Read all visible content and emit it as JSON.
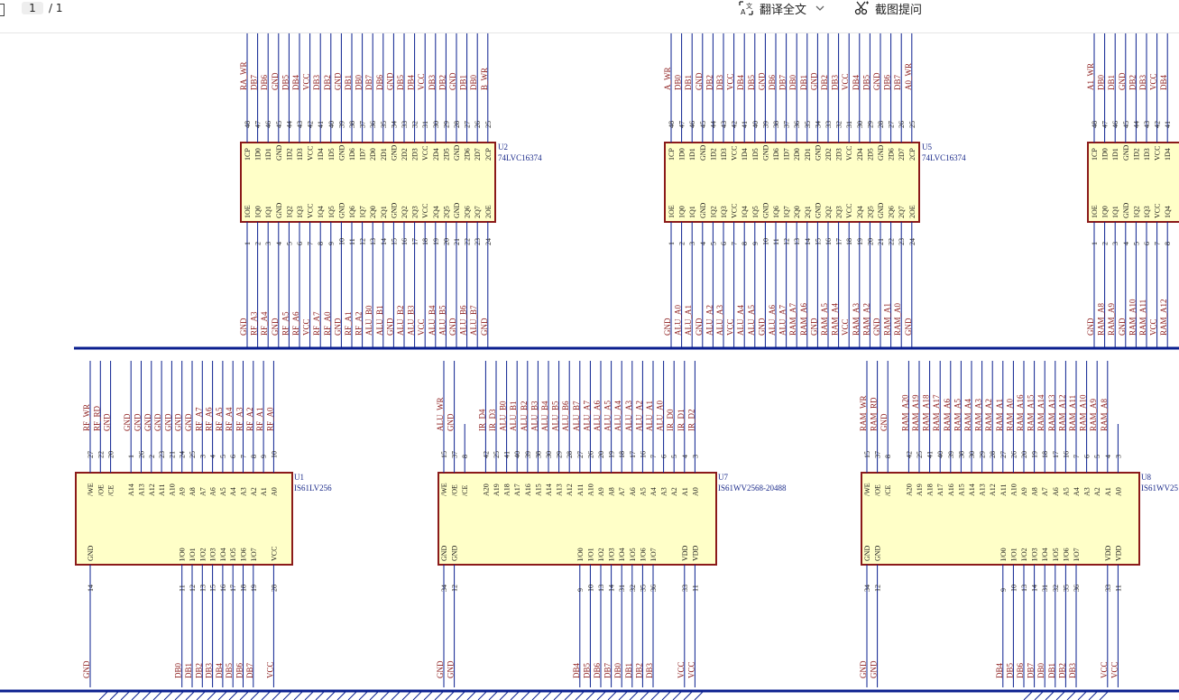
{
  "toolbar": {
    "page_current": "1",
    "page_total": "/ 1",
    "translate_label": "翻译全文",
    "snapshot_label": "截图提问"
  },
  "colors": {
    "bus": "#0a1f8f",
    "wire": "#0a1f8f",
    "label": "#8b1a1a",
    "chip_fill": "#ffffc8",
    "chip_border": "#8b1a1a"
  },
  "schematic": {
    "chips": [
      {
        "ref": "U2",
        "part": "74LVC16374",
        "top_pins": [
          "48",
          "47",
          "46",
          "45",
          "44",
          "43",
          "42",
          "41",
          "40",
          "39",
          "38",
          "37",
          "36",
          "35",
          "34",
          "33",
          "32",
          "31",
          "30",
          "29",
          "28",
          "27",
          "26",
          "25"
        ],
        "top_names": [
          "1CP",
          "1D0",
          "1D1",
          "GND",
          "1D2",
          "1D3",
          "VCC",
          "1D4",
          "1D5",
          "GND",
          "1D6",
          "1D7",
          "2D0",
          "2D1",
          "GND",
          "2D2",
          "2D3",
          "VCC",
          "2D4",
          "2D5",
          "GND",
          "2D6",
          "2D7",
          "2CP"
        ],
        "top_nets": [
          "RA_WR",
          "DB7",
          "DB6",
          "GND",
          "DB5",
          "DB4",
          "VCC",
          "DB3",
          "DB2",
          "GND",
          "DB1",
          "DB0",
          "DB7",
          "DB6",
          "GND",
          "DB5",
          "DB4",
          "VCC",
          "DB3",
          "DB2",
          "GND",
          "DB1",
          "DB0",
          "B_WR"
        ],
        "bot_pins": [
          "1",
          "2",
          "3",
          "4",
          "5",
          "6",
          "7",
          "8",
          "9",
          "10",
          "11",
          "12",
          "13",
          "14",
          "15",
          "16",
          "17",
          "18",
          "19",
          "20",
          "21",
          "22",
          "23",
          "24"
        ],
        "bot_names": [
          "1OE",
          "1Q0",
          "1Q1",
          "GND",
          "1Q2",
          "1Q3",
          "VCC",
          "1Q4",
          "1Q5",
          "GND",
          "1Q6",
          "1Q7",
          "2Q0",
          "2Q1",
          "GND",
          "2Q2",
          "2Q3",
          "VCC",
          "2Q4",
          "2Q5",
          "GND",
          "2Q6",
          "2Q7",
          "2OE"
        ],
        "bot_nets": [
          "GND",
          "RF_A3",
          "RF_A4",
          "GND",
          "RF_A5",
          "RF_A6",
          "VCC",
          "RF_A7",
          "RF_A0",
          "GND",
          "RF_A1",
          "RF_A2",
          "ALU_B0",
          "ALU_B1",
          "GND",
          "ALU_B2",
          "ALU_B3",
          "VCC",
          "ALU_B4",
          "ALU_B5",
          "GND",
          "ALU_B6",
          "ALU_B7",
          "GND"
        ]
      },
      {
        "ref": "U5",
        "part": "74LVC16374",
        "top_pins": [
          "48",
          "47",
          "46",
          "45",
          "44",
          "43",
          "42",
          "41",
          "40",
          "39",
          "38",
          "37",
          "36",
          "35",
          "34",
          "33",
          "32",
          "31",
          "30",
          "29",
          "28",
          "27",
          "26",
          "25"
        ],
        "top_names": [
          "1CP",
          "1D0",
          "1D1",
          "GND",
          "1D2",
          "1D3",
          "VCC",
          "1D4",
          "1D5",
          "GND",
          "1D6",
          "1D7",
          "2D0",
          "2D1",
          "GND",
          "2D2",
          "2D3",
          "VCC",
          "2D4",
          "2D5",
          "GND",
          "2D6",
          "2D7",
          "2CP"
        ],
        "top_nets": [
          "A_WR",
          "DB0",
          "DB1",
          "GND",
          "DB2",
          "DB3",
          "VCC",
          "DB4",
          "DB5",
          "GND",
          "DB6",
          "DB7",
          "DB0",
          "DB1",
          "GND",
          "DB2",
          "DB3",
          "VCC",
          "DB4",
          "DB5",
          "GND",
          "DB6",
          "DB7",
          "A0_WR"
        ],
        "bot_pins": [
          "1",
          "2",
          "3",
          "4",
          "5",
          "6",
          "7",
          "8",
          "9",
          "10",
          "11",
          "12",
          "13",
          "14",
          "15",
          "16",
          "17",
          "18",
          "19",
          "20",
          "21",
          "22",
          "23",
          "24"
        ],
        "bot_names": [
          "1OE",
          "1Q0",
          "1Q1",
          "GND",
          "1Q2",
          "1Q3",
          "VCC",
          "1Q4",
          "1Q5",
          "GND",
          "1Q6",
          "1Q7",
          "2Q0",
          "2Q1",
          "GND",
          "2Q2",
          "2Q3",
          "VCC",
          "2Q4",
          "2Q5",
          "GND",
          "2Q6",
          "2Q7",
          "2OE"
        ],
        "bot_nets": [
          "GND",
          "ALU_A0",
          "ALU_A1",
          "GND",
          "ALU_A2",
          "ALU_A3",
          "VCC",
          "ALU_A4",
          "ALU_A5",
          "GND",
          "ALU_A6",
          "ALU_A7",
          "RAM_A7",
          "RAM_A6",
          "GND",
          "RAM_A5",
          "RAM_A4",
          "VCC",
          "RAM_A3",
          "RAM_A2",
          "GND",
          "RAM_A1",
          "RAM_A0",
          "GND"
        ]
      },
      {
        "ref": "",
        "part": "",
        "top_pins": [
          "48",
          "47",
          "46",
          "45",
          "44",
          "43",
          "42",
          "41"
        ],
        "top_names": [
          "1CP",
          "1D0",
          "1D1",
          "GND",
          "1D2",
          "1D3",
          "VCC",
          "1D4"
        ],
        "top_nets": [
          "A1_WR",
          "DB0",
          "DB1",
          "GND",
          "DB2",
          "DB3",
          "VCC",
          "DB4"
        ],
        "bot_pins": [
          "1",
          "2",
          "3",
          "4",
          "5",
          "6",
          "7",
          "8"
        ],
        "bot_names": [
          "1OE",
          "1Q0",
          "1Q1",
          "GND",
          "1Q2",
          "1Q3",
          "VCC",
          "1Q4"
        ],
        "bot_nets": [
          "GND",
          "RAM_A8",
          "RAM_A9",
          "GND",
          "RAM_A10",
          "RAM_A11",
          "VCC",
          "RAM_A12"
        ]
      }
    ],
    "memchips": [
      {
        "ref": "U1",
        "part": "IS61LV256",
        "top_pins": [
          "27",
          "22",
          "20",
          "",
          "1",
          "26",
          "2",
          "23",
          "21",
          "24",
          "25",
          "3",
          "4",
          "5",
          "6",
          "7",
          "8",
          "9",
          "10"
        ],
        "top_names": [
          "/WE",
          "/OE",
          "/CE",
          "",
          "A14",
          "A13",
          "A12",
          "A11",
          "A10",
          "A9",
          "A8",
          "A7",
          "A6",
          "A5",
          "A4",
          "A3",
          "A2",
          "A1",
          "A0"
        ],
        "top_nets": [
          "RF_WR",
          "RF_RD",
          "GND",
          "",
          "GND",
          "GND",
          "GND",
          "GND",
          "GND",
          "GND",
          "GND",
          "RF_A7",
          "RF_A6",
          "RF_A5",
          "RF_A4",
          "RF_A3",
          "RF_A2",
          "RF_A1",
          "RF_A0"
        ],
        "bot_pins": [
          "14",
          "",
          "",
          "",
          "",
          "",
          "",
          "",
          "",
          "11",
          "12",
          "13",
          "15",
          "16",
          "17",
          "18",
          "19",
          "",
          "28"
        ],
        "bot_names": [
          "GND",
          "",
          "",
          "",
          "",
          "",
          "",
          "",
          "",
          "I/O0",
          "I/O1",
          "I/O2",
          "I/O3",
          "I/O4",
          "I/O5",
          "I/O6",
          "I/O7",
          "",
          "VCC"
        ],
        "bot_nets": [
          "GND",
          "",
          "",
          "",
          "",
          "",
          "",
          "",
          "",
          "DB0",
          "DB1",
          "DB2",
          "DB3",
          "DB4",
          "DB5",
          "DB6",
          "DB7",
          "",
          "VCC"
        ]
      },
      {
        "ref": "U7",
        "part": "IS61WV2568-20488",
        "top_pins": [
          "15",
          "37",
          "8",
          "",
          "42",
          "25",
          "41",
          "40",
          "39",
          "38",
          "30",
          "29",
          "28",
          "27",
          "26",
          "20",
          "19",
          "18",
          "17",
          "16",
          "7",
          "6",
          "5",
          "4",
          "3"
        ],
        "top_names": [
          "/WE",
          "/OE",
          "/CE",
          "",
          "A20",
          "A19",
          "A18",
          "A17",
          "A16",
          "A15",
          "A14",
          "A13",
          "A12",
          "A11",
          "A10",
          "A9",
          "A8",
          "A7",
          "A6",
          "A5",
          "A4",
          "A3",
          "A2",
          "A1",
          "A0"
        ],
        "top_nets": [
          "ALU_WR",
          "GND",
          "",
          "",
          "IR_D4",
          "IR_D3",
          "ALU_B0",
          "ALU_B1",
          "ALU_B2",
          "ALU_B3",
          "ALU_B4",
          "ALU_B5",
          "ALU_B6",
          "ALU_B7",
          "ALU_A7",
          "ALU_A6",
          "ALU_A5",
          "ALU_A4",
          "ALU_A3",
          "ALU_A2",
          "ALU_A1",
          "ALU_A0",
          "IR_D0",
          "IR_D1",
          "IR_D2"
        ],
        "bot_pins": [
          "34",
          "12",
          "",
          "",
          "",
          "",
          "",
          "",
          "",
          "",
          "",
          "",
          "",
          "9",
          "10",
          "13",
          "14",
          "31",
          "32",
          "35",
          "36",
          "",
          "",
          "33",
          "11"
        ],
        "bot_names": [
          "GND",
          "GND",
          "",
          "",
          "",
          "",
          "",
          "",
          "",
          "",
          "",
          "",
          "",
          "I/O0",
          "I/O1",
          "I/O2",
          "I/O3",
          "I/O4",
          "I/O5",
          "I/O6",
          "I/O7",
          "",
          "",
          "VDD",
          "VDD"
        ],
        "bot_nets": [
          "GND",
          "GND",
          "",
          "",
          "",
          "",
          "",
          "",
          "",
          "",
          "",
          "",
          "",
          "DB4",
          "DB5",
          "DB6",
          "DB7",
          "DB0",
          "DB1",
          "DB2",
          "DB3",
          "",
          "",
          "VCC",
          "VCC"
        ]
      },
      {
        "ref": "U8",
        "part": "IS61WV25",
        "top_pins": [
          "15",
          "37",
          "8",
          "",
          "42",
          "25",
          "41",
          "40",
          "39",
          "38",
          "30",
          "29",
          "28",
          "27",
          "26",
          "20",
          "19",
          "18",
          "17",
          "16",
          "7",
          "6",
          "5",
          "4",
          "3"
        ],
        "top_names": [
          "/WE",
          "/OE",
          "/CE",
          "",
          "A20",
          "A19",
          "A18",
          "A17",
          "A16",
          "A15",
          "A14",
          "A13",
          "A12",
          "A11",
          "A10",
          "A9",
          "A8",
          "A7",
          "A6",
          "A5",
          "A4",
          "A3",
          "A2",
          "A1",
          "A0"
        ],
        "top_nets": [
          "RAM_WR",
          "RAM_RD",
          "GND",
          "",
          "RAM_A20",
          "RAM_A19",
          "RAM_A18",
          "RAM_A17",
          "RAM_A6",
          "RAM_A5",
          "RAM_A4",
          "RAM_A3",
          "RAM_A2",
          "RAM_A1",
          "RAM_A0",
          "RAM_A16",
          "RAM_A15",
          "RAM_A14",
          "RAM_A13",
          "RAM_A12",
          "RAM_A11",
          "RAM_A10",
          "RAM_A9",
          "RAM_A8",
          ""
        ],
        "bot_pins": [
          "34",
          "12",
          "",
          "",
          "",
          "",
          "",
          "",
          "",
          "",
          "",
          "",
          "",
          "9",
          "10",
          "13",
          "14",
          "31",
          "32",
          "35",
          "36",
          "",
          "",
          "33",
          "11"
        ],
        "bot_names": [
          "GND",
          "GND",
          "",
          "",
          "",
          "",
          "",
          "",
          "",
          "",
          "",
          "",
          "",
          "I/O0",
          "I/O1",
          "I/O2",
          "I/O3",
          "I/O4",
          "I/O5",
          "I/O6",
          "I/O7",
          "",
          "",
          "VDD",
          "VDD"
        ],
        "bot_nets": [
          "GND",
          "GND",
          "",
          "",
          "",
          "",
          "",
          "",
          "",
          "",
          "",
          "",
          "",
          "DB4",
          "DB5",
          "DB6",
          "DB7",
          "DB0",
          "DB1",
          "DB2",
          "DB3",
          "",
          "",
          "VCC",
          "VCC"
        ]
      }
    ]
  }
}
